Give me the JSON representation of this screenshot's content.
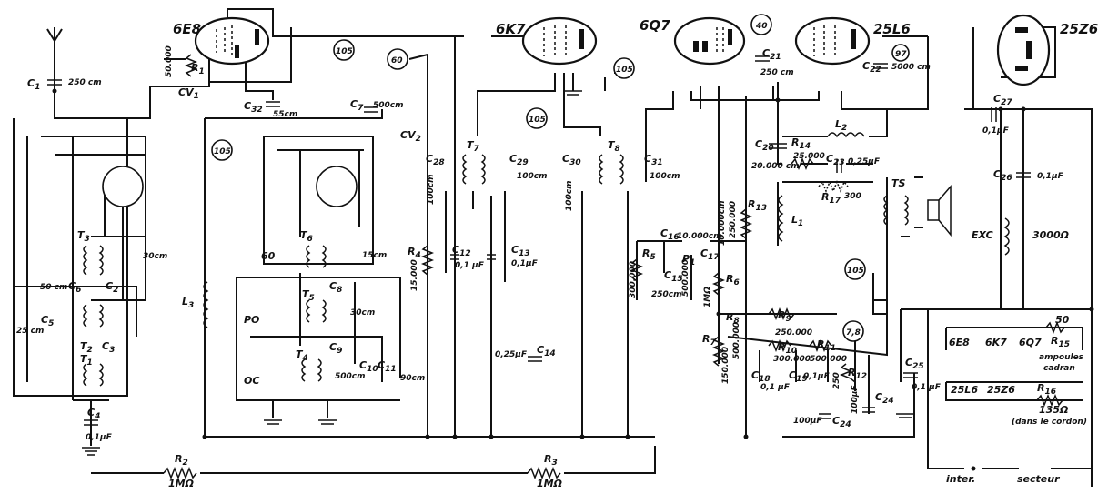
{
  "tubes": {
    "t1": "6E8",
    "t2": "6K7",
    "t3": "6Q7",
    "t4": "25L6",
    "t5": "25Z6"
  },
  "voltages": {
    "v105": "105",
    "v60": "60",
    "v40": "40",
    "v97": "97",
    "v78": "7,8"
  },
  "parts": {
    "c1": "C",
    "c1sub": "1",
    "c1val": "250 cm",
    "r1": "R",
    "r1sub": "1",
    "r1val": "50.000",
    "cv1": "CV",
    "cv1sub": "1",
    "c32": "C",
    "c32sub": "32",
    "c32val": "55cm",
    "c7": "C",
    "c7sub": "7",
    "c7val": "500cm",
    "cv2": "CV",
    "cv2sub": "2",
    "t3": "T",
    "t3sub": "3",
    "t6": "T",
    "t6sub": "6",
    "t5": "T",
    "t5sub": "5",
    "t4": "T",
    "t4sub": "4",
    "t2": "T",
    "t2sub": "2",
    "t1": "T",
    "t1sub": "1",
    "c2": "C",
    "c2sub": "2",
    "c2val": "30cm",
    "c6": "C",
    "c6sub": "6",
    "c6val": "50 cm",
    "c5": "C",
    "c5sub": "5",
    "c5val": "25 cm",
    "c3": "C",
    "c3sub": "3",
    "c4": "C",
    "c4sub": "4",
    "c4val": "0,1µF",
    "l3": "L",
    "l3sub": "3",
    "c8": "C",
    "c8sub": "8",
    "c8val": "15cm",
    "c9": "C",
    "c9sub": "9",
    "c9val": "30cm",
    "c10": "C",
    "c10sub": "10",
    "c10val": "500cm",
    "c11": "C",
    "c11sub": "11",
    "c11val": "90cm",
    "lbl60": "60",
    "lblPO": "PO",
    "lblOC": "OC",
    "r2": "R",
    "r2sub": "2",
    "r2val": "1MΩ",
    "r3": "R",
    "r3sub": "3",
    "r3val": "1MΩ",
    "r4": "R",
    "r4sub": "4",
    "r4val": "15.000",
    "c12": "C",
    "c12sub": "12",
    "c12val": "0,1 µF",
    "c28": "C",
    "c28sub": "28",
    "c28val": "100cm",
    "t7": "T",
    "t7sub": "7",
    "c29": "C",
    "c29sub": "29",
    "c29val": "100cm",
    "c13": "C",
    "c13sub": "13",
    "c13val": "0,1µF",
    "c14": "C",
    "c14sub": "14",
    "c14val": "0,25µF",
    "c30": "C",
    "c30sub": "30",
    "c30val": "100cm",
    "t8": "T",
    "t8sub": "8",
    "c31": "C",
    "c31sub": "31",
    "c31val": "100cm",
    "c16": "C",
    "c16sub": "16",
    "c16val": "10.000cm",
    "r5": "R",
    "r5sub": "5",
    "r5val": "300.000",
    "c15": "C",
    "c15sub": "15",
    "c15val": "250cm",
    "p1": "P",
    "p1sub": "1",
    "p1val": "500.000",
    "c17": "C",
    "c17sub": "17",
    "c17val": "10.000cm",
    "r6": "R",
    "r6sub": "6",
    "r6val": "1MΩ",
    "r7": "R",
    "r7sub": "7",
    "r7val": "150.000",
    "r8": "R",
    "r8sub": "8",
    "r8val": "500.000",
    "r9": "R",
    "r9sub": "9",
    "r9val": "250.000",
    "r10": "R",
    "r10sub": "10",
    "r10val": "300.000",
    "r11": "R",
    "r11sub": "11",
    "r11val": "500.000",
    "r12": "R",
    "r12sub": "12",
    "r12val": "250",
    "r13": "R",
    "r13sub": "13",
    "r13val": "250.000",
    "c18": "C",
    "c18sub": "18",
    "c18val": "0,1 µF",
    "c19": "C",
    "c19sub": "19",
    "c19val": "0,1µF",
    "c20": "C",
    "c20sub": "20",
    "c20val": "20.000 cm",
    "r14": "R",
    "r14sub": "14",
    "r14val": "25.000",
    "c21": "C",
    "c21sub": "21",
    "c21val": "250 cm",
    "c22": "C",
    "c22sub": "22",
    "c22val": "5000 cm",
    "l2": "L",
    "l2sub": "2",
    "l1": "L",
    "l1sub": "1",
    "c23": "C",
    "c23sub": "23",
    "c23val": "0,25µF",
    "r17": "R",
    "r17sub": "17",
    "r17val": "300",
    "ts": "TS",
    "c24": "C",
    "c24sub": "24",
    "c24val": "100µF",
    "c24b": "C",
    "c24bsub": "24",
    "c24bval": "100µF",
    "c25": "C",
    "c25sub": "25",
    "c25val": "0,1 µF",
    "c27": "C",
    "c27sub": "27",
    "c27val": "0,1µF",
    "c26": "C",
    "c26sub": "26",
    "c26val": "0,1µF",
    "r3000": "3000Ω",
    "exc": "EXC",
    "heaterVal": "50",
    "r15": "R",
    "r15sub": "15",
    "ampoules": "ampoules",
    "cadran": "cadran",
    "r16": "R",
    "r16sub": "16",
    "r16val": "135Ω",
    "cordon": "(dans le cordon)",
    "inter": "inter.",
    "secteur": "secteur"
  }
}
